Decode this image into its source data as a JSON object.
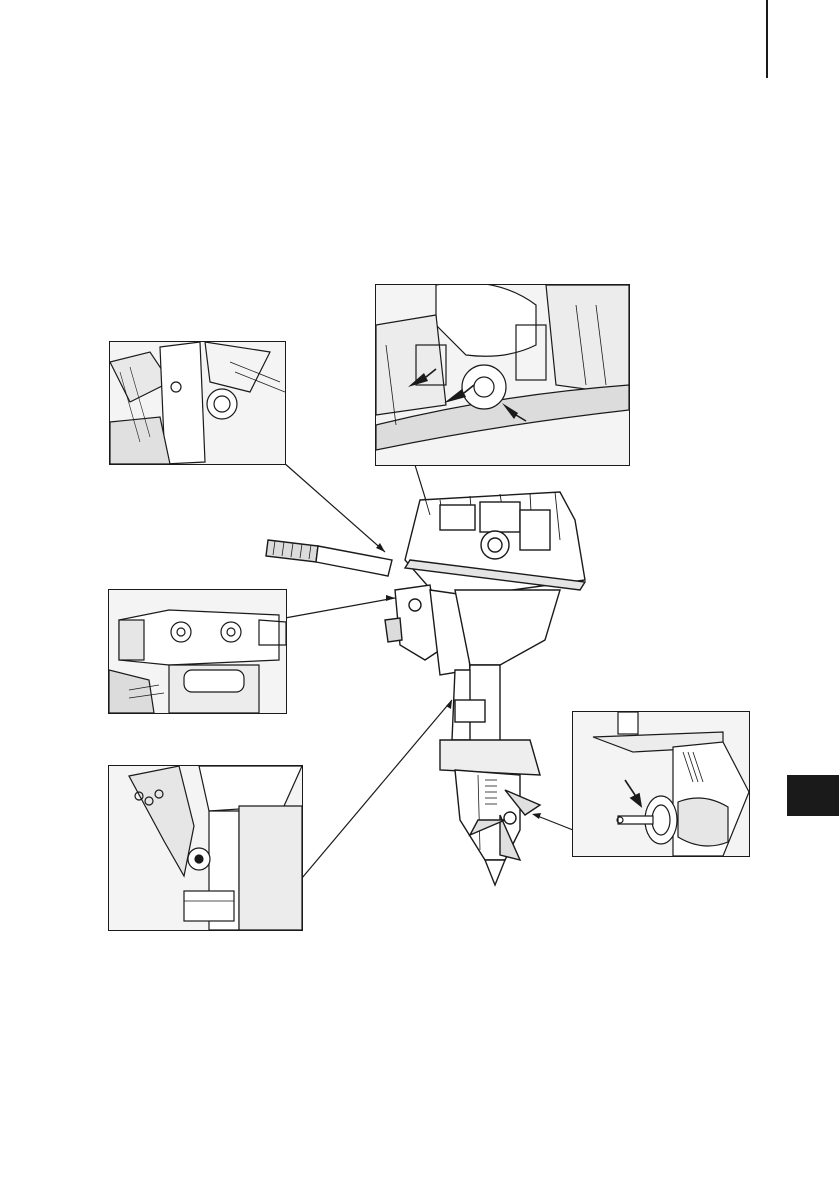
{
  "colors": {
    "ink": "#1a1a1a",
    "tab": "#1a1a1a",
    "paper": "#ffffff",
    "shade": "#d9d9d9"
  },
  "insets": [
    {
      "name": "steering-pivot-grease-point",
      "icon": "grease-fitting-icon"
    },
    {
      "name": "carburetor-linkage-lubrication-points",
      "icon": "lubrication-arrow-icon"
    },
    {
      "name": "clamp-bracket-grease-points",
      "icon": "grease-fitting-icon"
    },
    {
      "name": "swivel-shaft-grease-point",
      "icon": "grease-fitting-icon"
    },
    {
      "name": "propeller-shaft-grease-point",
      "icon": "lubrication-arrow-icon"
    }
  ]
}
